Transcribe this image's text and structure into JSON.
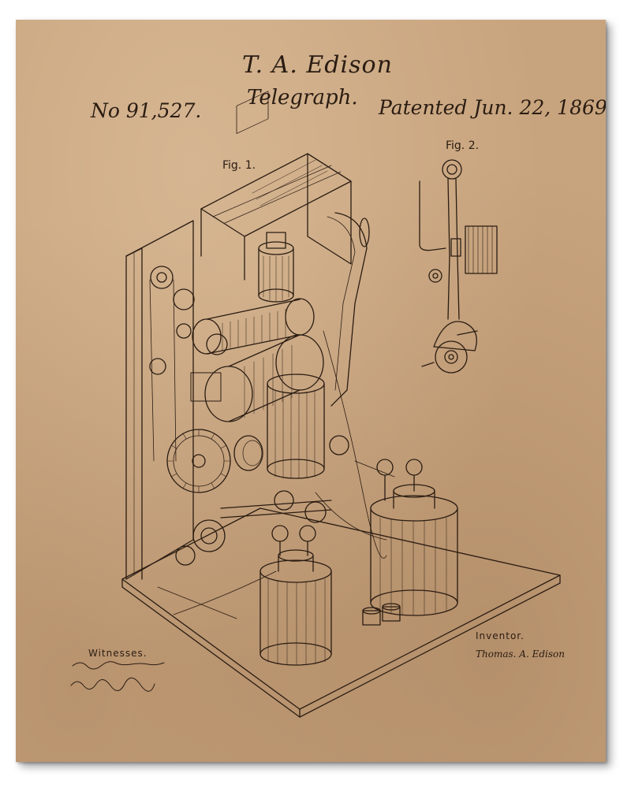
{
  "header": {
    "inventor": "T. A. Edison",
    "title": "Telegraph.",
    "patent_number": "No 91,527.",
    "patented_date": "Patented Jun. 22, 1869."
  },
  "figures": {
    "fig1_label": "Fig. 1.",
    "fig2_label": "Fig. 2."
  },
  "footer": {
    "witnesses_label": "Witnesses.",
    "inventor_label": "Inventor.",
    "inventor_signature": "Thomas. A. Edison"
  },
  "colors": {
    "paper": "#c8a47e",
    "ink": "#2a1c12"
  }
}
